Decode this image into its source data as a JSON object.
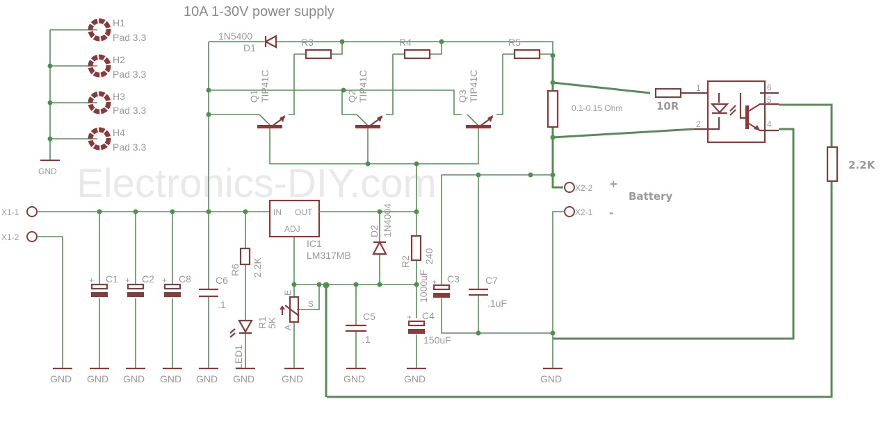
{
  "title": "10A 1-30V power supply",
  "watermark": "Electronics-DIY.com",
  "mounting_holes": [
    {
      "ref": "H1",
      "value": "Pad 3.3"
    },
    {
      "ref": "H2",
      "value": "Pad 3.3"
    },
    {
      "ref": "H3",
      "value": "Pad 3.3"
    },
    {
      "ref": "H4",
      "value": "Pad 3.3"
    }
  ],
  "gnd_label": "GND",
  "connectors": {
    "x1_1": "X1-1",
    "x1_2": "X1-2",
    "x2_2": "X2-2",
    "x2_1": "X2-1",
    "battery_plus": "+",
    "battery_minus": "-",
    "battery_label": "Battery"
  },
  "diodes": {
    "d1_value": "1N5400",
    "d1_ref": "D1",
    "d2_ref": "D2",
    "d2_value": "1N4004"
  },
  "resistors": {
    "r3": "R3",
    "r4": "R4",
    "r5": "R5",
    "r2_ref": "R2",
    "r2_value": "240",
    "r6_ref": "R6",
    "r6_value": "2.2K",
    "r1_ref": "R1",
    "r1_value": "5K",
    "shunt_value": "0.1-0.15 Ohm",
    "opto_r_value": "10R",
    "out_r_value": "2.2K"
  },
  "transistors": [
    {
      "ref": "Q1",
      "value": "TIP41C"
    },
    {
      "ref": "Q2",
      "value": "TIP41C"
    },
    {
      "ref": "Q3",
      "value": "TIP41C"
    }
  ],
  "regulator": {
    "ref": "IC1",
    "value": "LM317MB",
    "pin_in": "IN",
    "pin_out": "OUT",
    "pin_adj": "ADJ"
  },
  "pot_pins": {
    "e": "E",
    "s": "S",
    "a": "A"
  },
  "capacitors": {
    "c1": "C1",
    "c2": "C2",
    "c8": "C8",
    "c6": "C6",
    "c6_value": ".1",
    "c5": "C5",
    "c5_value": ".1",
    "c4": "C4",
    "c4_value": "150uF",
    "c3": "C3",
    "c3_value": "1000uF",
    "c7": "C7",
    "c7_value": ".1uF"
  },
  "led": {
    "ref": "LED1"
  },
  "optocoupler_pins": [
    "1",
    "2",
    "4",
    "5",
    "6"
  ]
}
